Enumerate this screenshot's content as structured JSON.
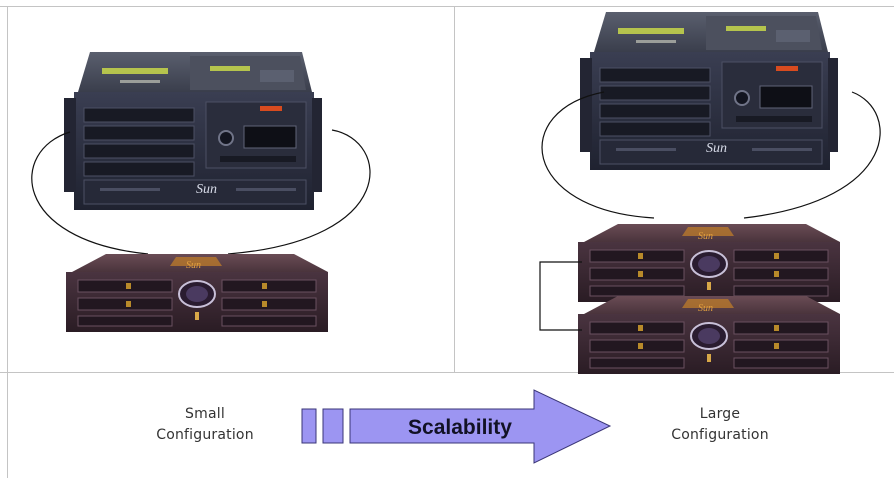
{
  "captions": {
    "small": [
      "Small",
      "Configuration"
    ],
    "large": [
      "Large",
      "Configuration"
    ]
  },
  "arrow": {
    "label": "Scalability",
    "fill": "#9c95f2",
    "stroke": "#3a3577"
  },
  "brand": {
    "server_logo": "Sun",
    "storage_logo": "Sun"
  },
  "colors": {
    "server_body": "#2b2e3f",
    "server_top": "#3d4152",
    "storage_body": "#3c2834",
    "storage_top": "#5a4048",
    "cable": "#111111",
    "grid": "#c4c4c4"
  }
}
